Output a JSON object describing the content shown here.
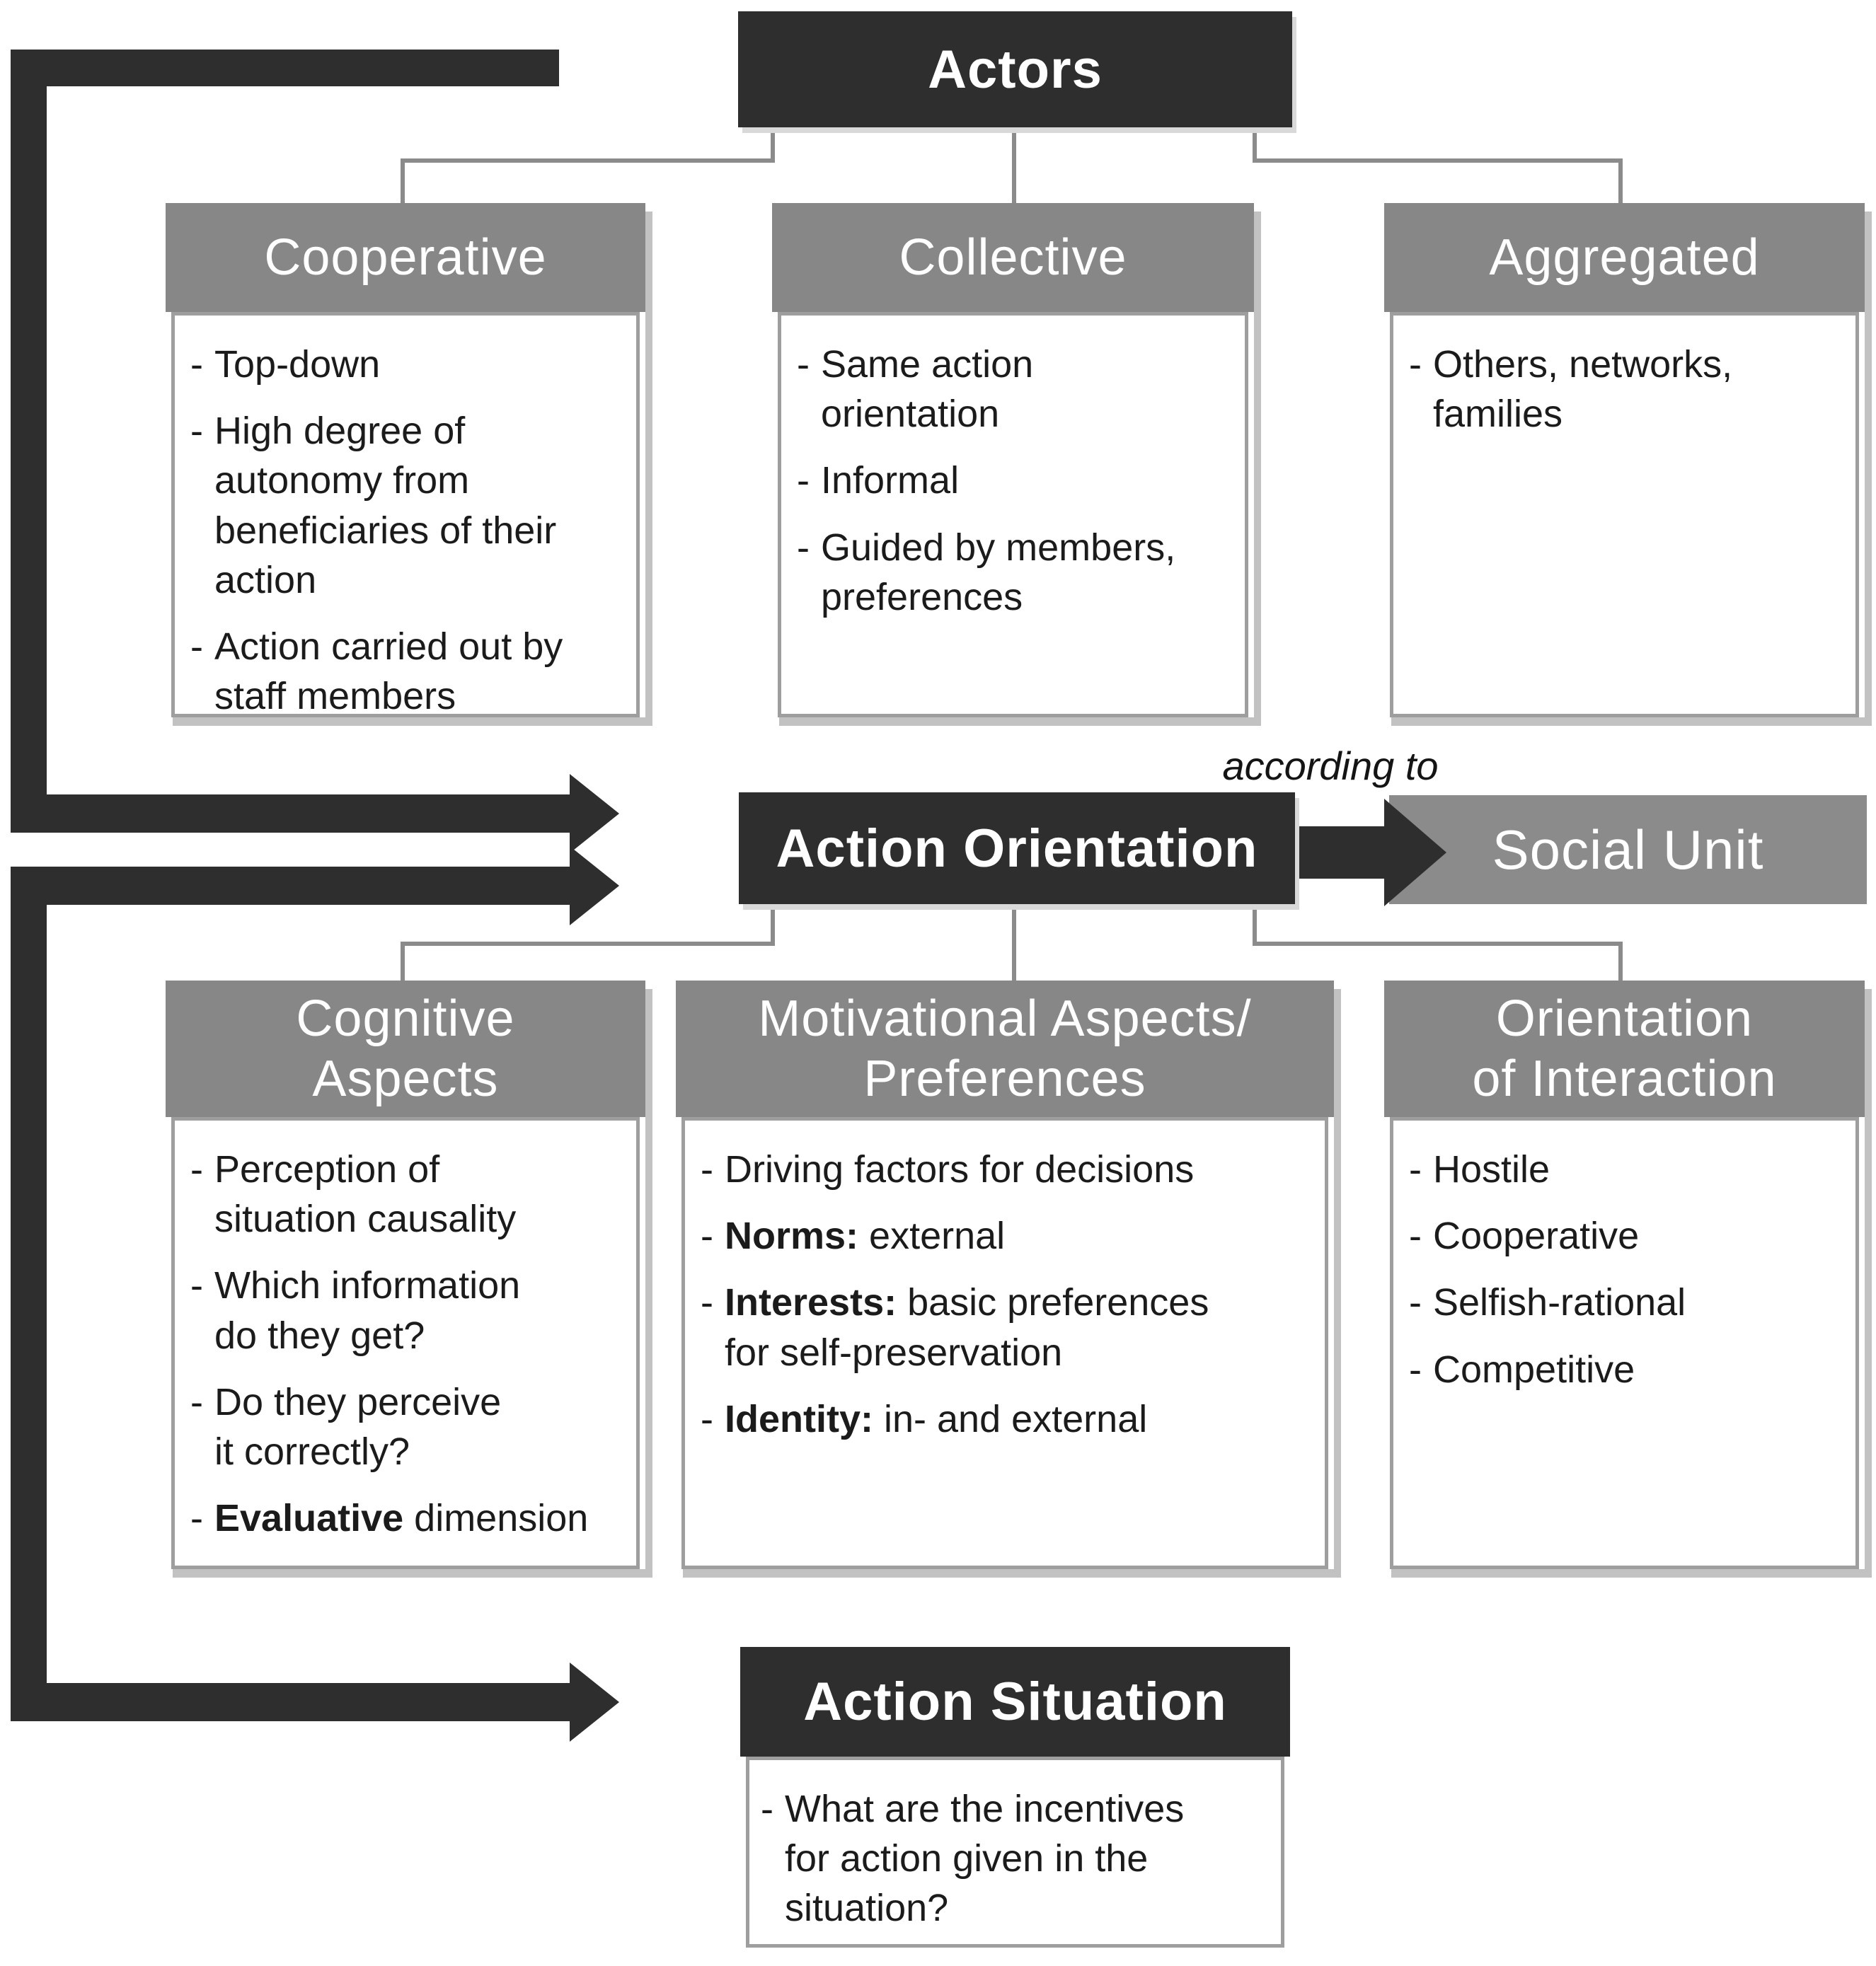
{
  "labels": {
    "according_to": "according to",
    "bullet_marker": "-"
  },
  "colors": {
    "dark": "#2e2e2e",
    "header_gray": "#878787",
    "social_unit_gray": "#8b8b8b",
    "connector_gray": "#8b8b8b",
    "body_border": "#9e9e9e",
    "text": "#1b1b1b",
    "shadow": "#c2c2c2"
  },
  "nodes": {
    "actors": {
      "title": "Actors"
    },
    "cooperative": {
      "title": "Cooperative",
      "items": [
        {
          "text": "Top-down"
        },
        {
          "text": "High degree of\nautonomy from\nbeneficiaries of their\naction"
        },
        {
          "text": "Action carried out by\nstaff members"
        }
      ]
    },
    "collective": {
      "title": "Collective",
      "items": [
        {
          "text": "Same action\norientation"
        },
        {
          "text": "Informal"
        },
        {
          "text": "Guided by members,\npreferences"
        }
      ]
    },
    "aggregated": {
      "title": "Aggregated",
      "items": [
        {
          "text": "Others, networks,\nfamilies"
        }
      ]
    },
    "action_orientation": {
      "title": "Action Orientation"
    },
    "social_unit": {
      "title": "Social Unit"
    },
    "cognitive": {
      "title": "Cognitive\nAspects",
      "items": [
        {
          "text": "Perception of\nsituation causality"
        },
        {
          "text": "Which information\ndo they get?"
        },
        {
          "text": "Do they perceive\nit correctly?"
        },
        {
          "bold": "Evaluative",
          "text": "dimension"
        }
      ]
    },
    "motivational": {
      "title": "Motivational Aspects/\nPreferences",
      "items": [
        {
          "text": "Driving factors for decisions"
        },
        {
          "bold": "Norms:",
          "text": "external"
        },
        {
          "bold": "Interests:",
          "text": "basic preferences\nfor self-preservation"
        },
        {
          "bold": "Identity:",
          "text": "in- and external"
        }
      ]
    },
    "orientation_of_interaction": {
      "title": "Orientation\nof Interaction",
      "items": [
        {
          "text": "Hostile"
        },
        {
          "text": "Cooperative"
        },
        {
          "text": "Selfish-rational"
        },
        {
          "text": "Competitive"
        }
      ]
    },
    "action_situation": {
      "title": "Action Situation",
      "items": [
        {
          "text": "What are the incentives\nfor action given in the\nsituation?"
        }
      ]
    }
  }
}
